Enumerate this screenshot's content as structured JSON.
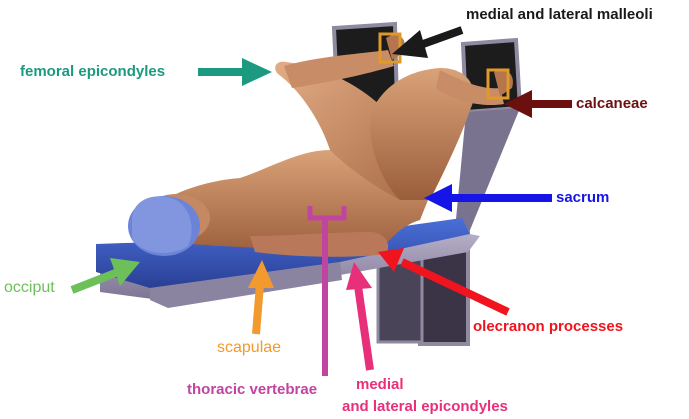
{
  "labels": {
    "malleoli": "medial and lateral malleoli",
    "femoral": "femoral epicondyles",
    "calcaneae": "calcaneae",
    "sacrum": "sacrum",
    "occiput": "occiput",
    "olecranon": "olecranon processes",
    "scapulae": "scapulae",
    "thoracic": "thoracic vertebrae",
    "medial_line1": "medial",
    "medial_line2": "and lateral epicondyles"
  },
  "colors": {
    "malleoli": "#1a1a1a",
    "femoral": "#1b9a80",
    "calcaneae": "#6b0f0f",
    "sacrum": "#1515e8",
    "occiput": "#6dbf5a",
    "olecranon": "#f0141e",
    "scapulae": "#f29a2e",
    "thoracic": "#c044a0",
    "medial": "#e8307a"
  }
}
